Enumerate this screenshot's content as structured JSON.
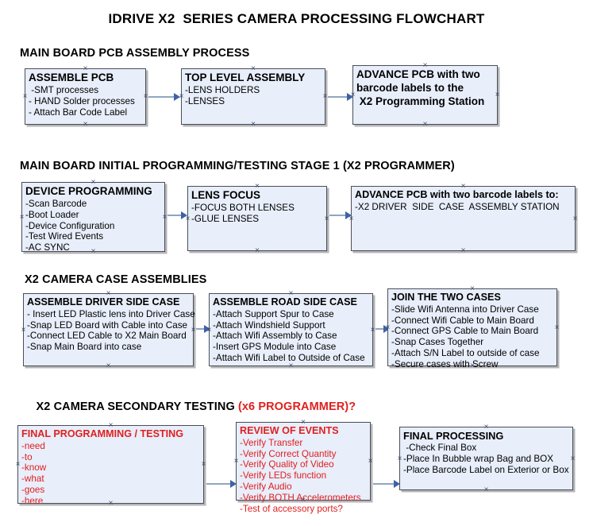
{
  "document": {
    "title": "IDRIVE X2  SERIES CAMERA PROCESSING FLOWCHART",
    "accent_red": "#e02020",
    "node_fill": "#e8eefa",
    "node_border": "#4a4f55",
    "arrow_shaft": "#8fa6c0",
    "arrow_head": "#3d62a8"
  },
  "sections": [
    {
      "id": "main-board-pcb-assembly-process",
      "title": "MAIN BOARD PCB ASSEMBLY PROCESS",
      "accent": ""
    },
    {
      "id": "main-board-initial-programming",
      "title": "MAIN BOARD INITIAL PROGRAMMING/TESTING STAGE 1 (X2 PROGRAMMER)",
      "accent": ""
    },
    {
      "id": "x2-camera-case-assemblies",
      "title": "X2 CAMERA CASE ASSEMBLIES",
      "accent": ""
    },
    {
      "id": "x2-camera-secondary-testing",
      "title": "X2 CAMERA SECONDARY TESTING ",
      "accent": "(x6 PROGRAMMER)?"
    }
  ],
  "nodes": {
    "assemble_pcb": {
      "header": "ASSEMBLE PCB",
      "lines": [
        " -SMT processes",
        "- HAND Solder processes",
        "- Attach Bar Code Label"
      ]
    },
    "top_level_assembly": {
      "header": "TOP LEVEL ASSEMBLY",
      "lines": [
        "-LENS HOLDERS",
        "-LENSES"
      ]
    },
    "advance_pcb_station": {
      "header": "ADVANCE PCB with two",
      "lines": [
        "barcode labels to the",
        " X2 Programming Station"
      ]
    },
    "device_programming": {
      "header": "DEVICE PROGRAMMING",
      "lines": [
        "-Scan Barcode",
        "-Boot Loader",
        "-Device Configuration",
        "-Test Wired Events",
        "-AC SYNC"
      ]
    },
    "lens_focus": {
      "header": "LENS FOCUS",
      "lines": [
        "-FOCUS BOTH LENSES",
        "-GLUE LENSES"
      ]
    },
    "advance_pcb_driver_side": {
      "header": "ADVANCE PCB with two barcode labels to:",
      "lines": [
        "-X2 DRIVER  SIDE  CASE  ASSEMBLY STATION"
      ]
    },
    "assemble_driver_side_case": {
      "header": "ASSEMBLE DRIVER SIDE CASE",
      "lines": [
        "- Insert LED Plastic lens into Driver Case",
        "-Snap LED Board with Cable into Case",
        "-Connect LED Cable to X2 Main Board",
        "-Snap Main Board into case"
      ]
    },
    "assemble_road_side_case": {
      "header": "ASSEMBLE ROAD SIDE CASE",
      "lines": [
        "-Attach Support Spur to Case",
        "-Attach Windshield Support",
        "-Attach Wifi Assembly to Case",
        "-Insert GPS Module into Case",
        "-Attach Wifi Label to Outside of Case"
      ]
    },
    "join_the_two_cases": {
      "header": "JOIN THE TWO CASES",
      "lines": [
        "-Slide Wifi Antenna into Driver Case",
        "-Connect Wifi Cable to Main Board",
        "-Connect GPS Cable to Main Board",
        "-Snap Cases Together",
        "-Attach S/N Label to outside of case",
        "-Secure cases with Screw"
      ]
    },
    "final_programming_testing": {
      "header": "FINAL PROGRAMMING / TESTING",
      "lines": [
        "-need",
        "-to",
        "-know",
        "-what",
        "-goes",
        "-here"
      ]
    },
    "review_of_events": {
      "header": "REVIEW OF EVENTS",
      "lines": [
        "-Verify Transfer",
        "-Verify Correct Quantity",
        "-Verify Quality of Video",
        "-Verify LEDs function",
        "-Verify Audio",
        "-Verify BOTH Accelerometers",
        "-Test of accessory ports?"
      ]
    },
    "final_processing": {
      "header": "FINAL PROCESSING",
      "lines": [
        " -Check Final Box",
        "-Place In Bubble wrap Bag and BOX",
        "-Place Barcode Label on Exterior or Box"
      ]
    }
  }
}
